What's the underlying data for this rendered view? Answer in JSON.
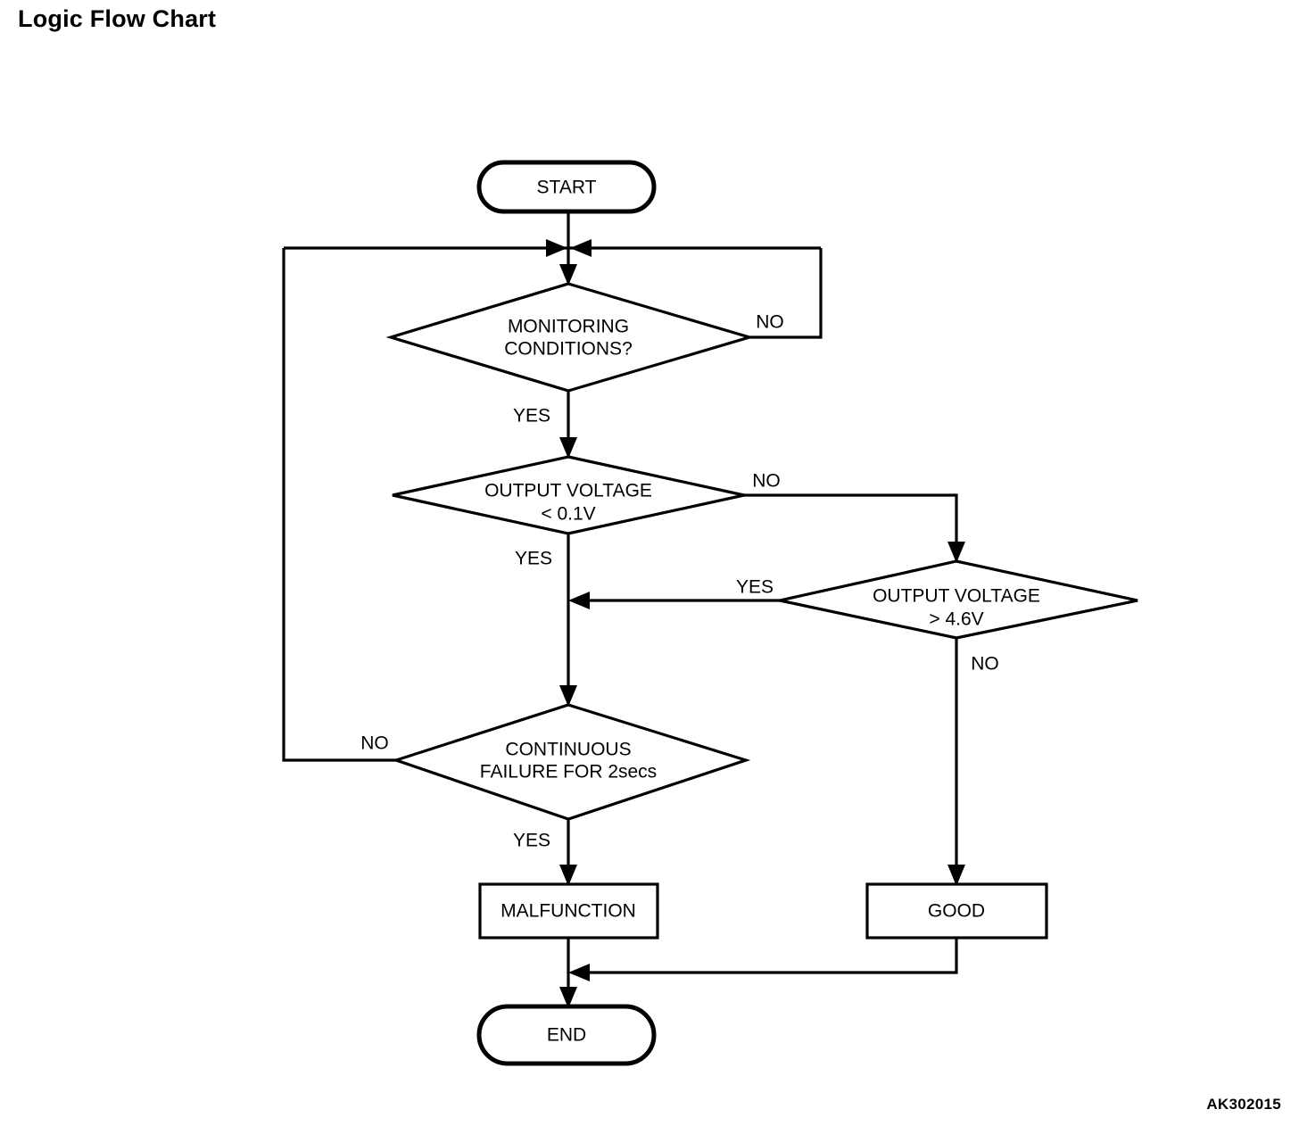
{
  "page": {
    "title": "Logic Flow Chart",
    "reference_code": "AK302015",
    "background_color": "#ffffff",
    "line_color": "#000000"
  },
  "chart_data": {
    "type": "diagram",
    "diagram_kind": "flowchart",
    "title": "Logic Flow Chart",
    "nodes": [
      {
        "id": "start",
        "shape": "terminal",
        "label": "START"
      },
      {
        "id": "monitoring",
        "shape": "decision",
        "label_line1": "MONITORING",
        "label_line2": "CONDITIONS?"
      },
      {
        "id": "voltage_low",
        "shape": "decision",
        "label_line1": "OUTPUT VOLTAGE",
        "label_line2": "< 0.1V"
      },
      {
        "id": "voltage_high",
        "shape": "decision",
        "label_line1": "OUTPUT VOLTAGE",
        "label_line2": "> 4.6V"
      },
      {
        "id": "continuous_failure",
        "shape": "decision",
        "label_line1": "CONTINUOUS",
        "label_line2": "FAILURE FOR 2secs"
      },
      {
        "id": "malfunction",
        "shape": "process",
        "label": "MALFUNCTION"
      },
      {
        "id": "good",
        "shape": "process",
        "label": "GOOD"
      },
      {
        "id": "end",
        "shape": "terminal",
        "label": "END"
      }
    ],
    "edges": [
      {
        "from": "start",
        "to": "monitoring",
        "label": ""
      },
      {
        "from": "monitoring",
        "to": "monitoring",
        "label": "NO",
        "route": "right-loop-back-to-entry"
      },
      {
        "from": "monitoring",
        "to": "voltage_low",
        "label": "YES"
      },
      {
        "from": "voltage_low",
        "to": "voltage_high",
        "label": "NO",
        "route": "right-then-down"
      },
      {
        "from": "voltage_low",
        "to": "continuous_failure",
        "label": "YES"
      },
      {
        "from": "voltage_high",
        "to": "continuous_failure",
        "label": "YES",
        "route": "left-into-main-trunk"
      },
      {
        "from": "voltage_high",
        "to": "good",
        "label": "NO",
        "route": "down"
      },
      {
        "from": "continuous_failure",
        "to": "monitoring",
        "label": "NO",
        "route": "left-loop-back-to-entry"
      },
      {
        "from": "continuous_failure",
        "to": "malfunction",
        "label": "YES"
      },
      {
        "from": "malfunction",
        "to": "end",
        "label": ""
      },
      {
        "from": "good",
        "to": "end",
        "label": "",
        "route": "down-then-left"
      }
    ]
  },
  "labels": {
    "start": "START",
    "end": "END",
    "monitoring_l1": "MONITORING",
    "monitoring_l2": "CONDITIONS?",
    "voltage_low_l1": "OUTPUT VOLTAGE",
    "voltage_low_l2": "< 0.1V",
    "voltage_high_l1": "OUTPUT VOLTAGE",
    "voltage_high_l2": "> 4.6V",
    "failure_l1": "CONTINUOUS",
    "failure_l2": "FAILURE FOR 2secs",
    "malfunction": "MALFUNCTION",
    "good": "GOOD",
    "yes": "YES",
    "no": "NO"
  }
}
